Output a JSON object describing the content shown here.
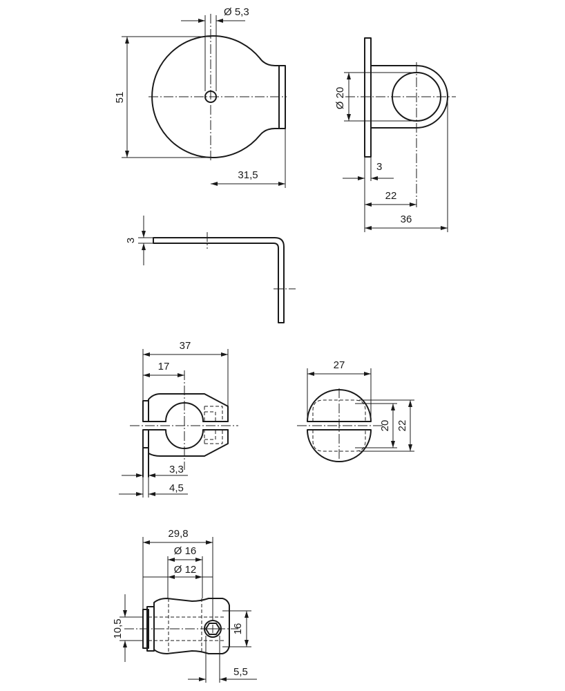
{
  "dimensions": {
    "top_view": {
      "hole_diameter": "Ø 5,3",
      "height": "51",
      "offset": "31,5"
    },
    "side_view": {
      "loop_diameter": "Ø 20",
      "thickness": "3",
      "inner": "22",
      "overall": "36"
    },
    "bent_view": {
      "thickness": "3"
    },
    "clamp_front": {
      "width": "37",
      "center": "17",
      "gap": "3,3",
      "offset": "4,5"
    },
    "clamp_side": {
      "width": "27",
      "inner_height": "20",
      "outer_height": "22"
    },
    "clamp_top": {
      "length": "29,8",
      "bore_outer": "Ø 16",
      "bore_inner": "Ø 12",
      "height": "10,5",
      "depth": "16",
      "screw_offset": "5,5"
    }
  }
}
